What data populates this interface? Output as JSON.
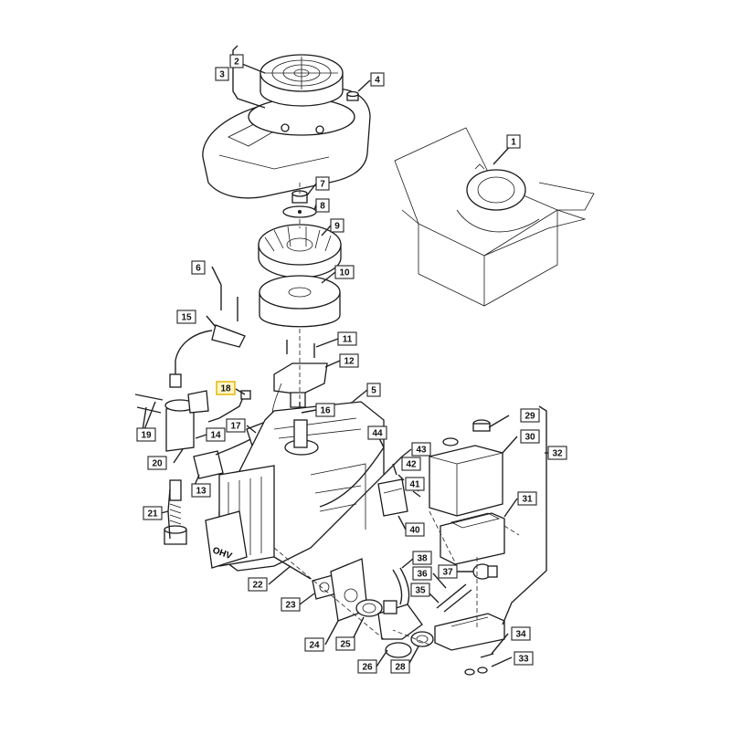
{
  "callouts": [
    {
      "id": "c1",
      "label": "1"
    },
    {
      "id": "c2",
      "label": "2"
    },
    {
      "id": "c3",
      "label": "3"
    },
    {
      "id": "c4",
      "label": "4"
    },
    {
      "id": "c5",
      "label": "5"
    },
    {
      "id": "c6",
      "label": "6"
    },
    {
      "id": "c7",
      "label": "7"
    },
    {
      "id": "c8",
      "label": "8"
    },
    {
      "id": "c9",
      "label": "9"
    },
    {
      "id": "c10",
      "label": "10"
    },
    {
      "id": "c11",
      "label": "11"
    },
    {
      "id": "c12",
      "label": "12"
    },
    {
      "id": "c13",
      "label": "13"
    },
    {
      "id": "c14",
      "label": "14"
    },
    {
      "id": "c15",
      "label": "15"
    },
    {
      "id": "c16",
      "label": "16"
    },
    {
      "id": "c17",
      "label": "17"
    },
    {
      "id": "c18",
      "label": "18",
      "highlighted": true
    },
    {
      "id": "c19",
      "label": "19"
    },
    {
      "id": "c20",
      "label": "20"
    },
    {
      "id": "c21",
      "label": "21"
    },
    {
      "id": "c22",
      "label": "22"
    },
    {
      "id": "c23",
      "label": "23"
    },
    {
      "id": "c24",
      "label": "24"
    },
    {
      "id": "c25",
      "label": "25"
    },
    {
      "id": "c26",
      "label": "26"
    },
    {
      "id": "c28",
      "label": "28"
    },
    {
      "id": "c29",
      "label": "29"
    },
    {
      "id": "c30",
      "label": "30"
    },
    {
      "id": "c31",
      "label": "31"
    },
    {
      "id": "c32",
      "label": "32"
    },
    {
      "id": "c33",
      "label": "33"
    },
    {
      "id": "c34",
      "label": "34"
    },
    {
      "id": "c35",
      "label": "35"
    },
    {
      "id": "c36",
      "label": "36"
    },
    {
      "id": "c37",
      "label": "37"
    },
    {
      "id": "c38",
      "label": "38"
    },
    {
      "id": "c40",
      "label": "40"
    },
    {
      "id": "c41",
      "label": "41"
    },
    {
      "id": "c42",
      "label": "42"
    },
    {
      "id": "c43",
      "label": "43"
    },
    {
      "id": "c44",
      "label": "44"
    }
  ],
  "engine_block_marking": "OHV",
  "colors": {
    "highlight": "#fff5c2",
    "highlight_border": "#e2b200",
    "ink": "#1a1a1a"
  }
}
